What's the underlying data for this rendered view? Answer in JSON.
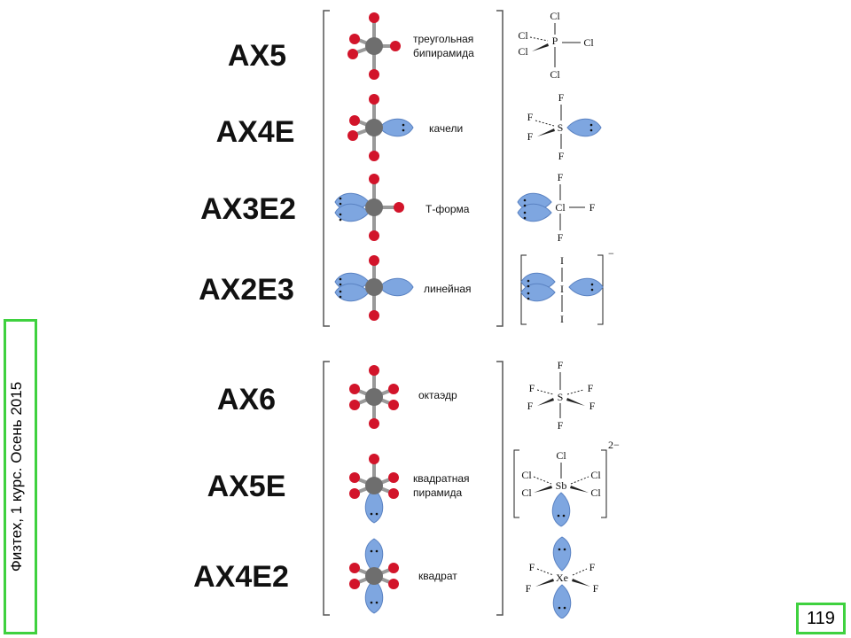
{
  "side_caption": "Физтех, 1 курс. Осень 2015",
  "page_number": "119",
  "rows": [
    {
      "type": "AX5",
      "shape": [
        "треугольная",
        "бипирамида"
      ],
      "center": "P",
      "ligand": "Cl"
    },
    {
      "type": "AX4E",
      "shape": [
        "качели"
      ],
      "center": "S",
      "ligand": "F"
    },
    {
      "type": "AX3E2",
      "shape": [
        "Т-форма"
      ],
      "center": "Cl",
      "ligand": "F"
    },
    {
      "type": "AX2E3",
      "shape": [
        "линейная"
      ],
      "center": "I",
      "ligand": "I",
      "charge": "−"
    },
    {
      "type": "AX6",
      "shape": [
        "октаэдр"
      ],
      "center": "S",
      "ligand": "F"
    },
    {
      "type": "AX5E",
      "shape": [
        "квадратная",
        "пирамида"
      ],
      "center": "Sb",
      "ligand": "Cl",
      "charge": "2−"
    },
    {
      "type": "AX4E2",
      "shape": [
        "квадрат"
      ],
      "center": "Xe",
      "ligand": "F"
    }
  ],
  "colors": {
    "accent_border": "#3fd13f",
    "lobe": "#7ea6e0",
    "ligand_atom": "#d2142a",
    "central_atom": "#6e6e6e"
  }
}
